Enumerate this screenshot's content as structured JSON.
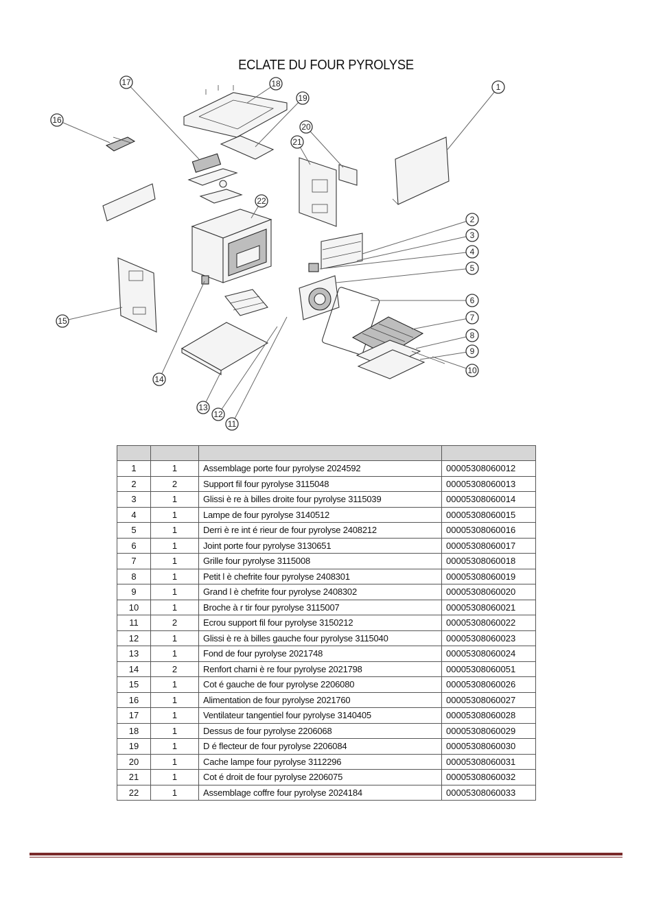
{
  "title": "ECLATE DU FOUR PYROLYSE",
  "callouts": [
    "1",
    "2",
    "3",
    "4",
    "5",
    "6",
    "7",
    "8",
    "9",
    "10",
    "11",
    "12",
    "13",
    "14",
    "15",
    "16",
    "17",
    "18",
    "19",
    "20",
    "21",
    "22"
  ],
  "table": {
    "headers": [
      "",
      "",
      "",
      ""
    ],
    "rows": [
      {
        "num": "1",
        "qty": "1",
        "desc": "Assemblage porte four pyrolyse 2024592",
        "ref": "00005308060012"
      },
      {
        "num": "2",
        "qty": "2",
        "desc": "Support fil four pyrolyse 3115048",
        "ref": "00005308060013"
      },
      {
        "num": "3",
        "qty": "1",
        "desc": "Glissi è re  à billes droite four pyrolyse 3115039",
        "ref": "00005308060014"
      },
      {
        "num": "4",
        "qty": "1",
        "desc": "Lampe de four pyrolyse 3140512",
        "ref": "00005308060015"
      },
      {
        "num": "5",
        "qty": "1",
        "desc": "Derri è re int é rieur de four pyrolyse 2408212",
        "ref": "00005308060016"
      },
      {
        "num": "6",
        "qty": "1",
        "desc": "Joint porte four pyrolyse 3130651",
        "ref": "00005308060017"
      },
      {
        "num": "7",
        "qty": "1",
        "desc": "Grille four pyrolyse 3115008",
        "ref": "00005308060018"
      },
      {
        "num": "8",
        "qty": "1",
        "desc": "Petit l è chefrite four pyrolyse 2408301",
        "ref": "00005308060019"
      },
      {
        "num": "9",
        "qty": "1",
        "desc": "Grand l è chefrite four pyrolyse 2408302",
        "ref": "00005308060020"
      },
      {
        "num": "10",
        "qty": "1",
        "desc": "Broche  à  r tir four pyrolyse 3115007",
        "ref": "00005308060021"
      },
      {
        "num": "11",
        "qty": "2",
        "desc": "Ecrou support fil four pyrolyse 3150212",
        "ref": "00005308060022"
      },
      {
        "num": "12",
        "qty": "1",
        "desc": "Glissi è re  à  billes gauche four pyrolyse 3115040",
        "ref": "00005308060023"
      },
      {
        "num": "13",
        "qty": "1",
        "desc": "Fond de four pyrolyse 2021748",
        "ref": "00005308060024"
      },
      {
        "num": "14",
        "qty": "2",
        "desc": "Renfort charni è re four pyrolyse 2021798",
        "ref": "00005308060051"
      },
      {
        "num": "15",
        "qty": "1",
        "desc": "Cot é  gauche de four pyrolyse 2206080",
        "ref": "00005308060026"
      },
      {
        "num": "16",
        "qty": "1",
        "desc": "Alimentation de four pyrolyse 2021760",
        "ref": "00005308060027"
      },
      {
        "num": "17",
        "qty": "1",
        "desc": "Ventilateur tangentiel four pyrolyse 3140405",
        "ref": "00005308060028"
      },
      {
        "num": "18",
        "qty": "1",
        "desc": "Dessus de four pyrolyse 2206068",
        "ref": "00005308060029"
      },
      {
        "num": "19",
        "qty": "1",
        "desc": "D é flecteur de four pyrolyse 2206084",
        "ref": "00005308060030"
      },
      {
        "num": "20",
        "qty": "1",
        "desc": "Cache lampe four pyrolyse 3112296",
        "ref": "00005308060031"
      },
      {
        "num": "21",
        "qty": "1",
        "desc": "Cot é  droit de four pyrolyse 2206075",
        "ref": "00005308060032"
      },
      {
        "num": "22",
        "qty": "1",
        "desc": "Assemblage coffre four pyrolyse 2024184",
        "ref": "00005308060033"
      }
    ]
  },
  "colors": {
    "footer": "#7a2a2a",
    "header_fill": "#d6d6d6"
  }
}
